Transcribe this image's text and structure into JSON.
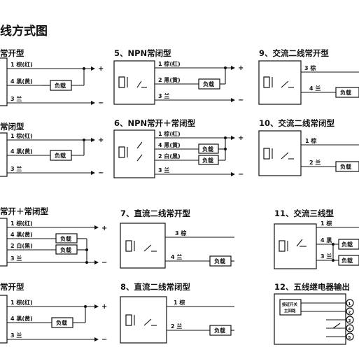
{
  "page": {
    "title": "线方式图"
  },
  "colors": {
    "ink": "#111111",
    "background": "#ffffff"
  },
  "diagrams": [
    {
      "heading": "常开型",
      "wires": [
        "1 棕(红)",
        "4 黑(黄)",
        "3 兰"
      ],
      "load": "负载"
    },
    {
      "heading": "5、NPN常闭型",
      "wires": [
        "1 棕(红)",
        "2 黑(黄)",
        "3 兰"
      ],
      "load": "负载"
    },
    {
      "heading": "9、交流二线常开型",
      "wires": [
        "3 棕",
        "4 兰"
      ],
      "load": "负载"
    },
    {
      "heading": "常闭型",
      "wires": [
        "1 棕(红)",
        "4 黑(黄)",
        "3 兰"
      ],
      "load": "负载"
    },
    {
      "heading": "6、NPN常开＋常闭型",
      "wires": [
        "1 棕(红)",
        "4 黑(黄)",
        "2 白(黑)",
        "3 兰"
      ],
      "loads": [
        "负载",
        "负载"
      ]
    },
    {
      "heading": "10、交流二线常闭型",
      "wires": [
        "1 棕",
        "2 兰"
      ],
      "load": "负载"
    },
    {
      "heading": "常开＋常闭型",
      "wires": [
        "1 棕(红)",
        "4 黑(黄)",
        "2 白(黑)",
        "3 兰"
      ],
      "loads": [
        "负载",
        "负载"
      ]
    },
    {
      "heading": "7、直流二线常开型",
      "wires": [
        "3 棕",
        "4 兰"
      ],
      "load": "负载"
    },
    {
      "heading": "11、交流三线型",
      "wires": [
        "1 棕",
        "4 黑",
        "3 兰"
      ],
      "loads": [
        "负载",
        "负载"
      ]
    },
    {
      "heading": "常开型",
      "wires": [
        "1 棕(红)",
        "4 黑(黄)",
        "3 兰"
      ],
      "load": "负载"
    },
    {
      "heading": "8、直流二线常闭型",
      "wires": [
        "1 棕",
        "2 兰"
      ],
      "load": "负载"
    },
    {
      "heading": "12、五线继电器输出",
      "wires": [],
      "box_lines": [
        "接近开关",
        "主回路"
      ],
      "terminals": [
        "1",
        "2",
        "3",
        "4",
        "5"
      ]
    }
  ],
  "polarity": {
    "plus": "+",
    "minus": "−"
  }
}
